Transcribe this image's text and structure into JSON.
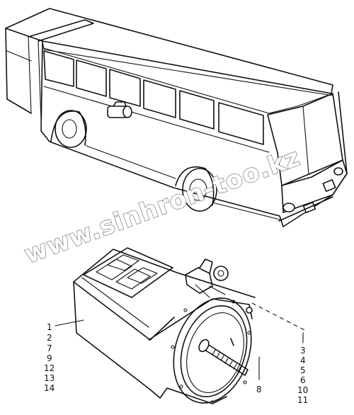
{
  "watermark": "www.sinhron-too.kz",
  "callouts": {
    "left_group": [
      "1",
      "2",
      "7",
      "9",
      "12",
      "13",
      "14"
    ],
    "mid_label": "8",
    "right_group": [
      "3",
      "4",
      "5",
      "6",
      "10",
      "11"
    ]
  }
}
